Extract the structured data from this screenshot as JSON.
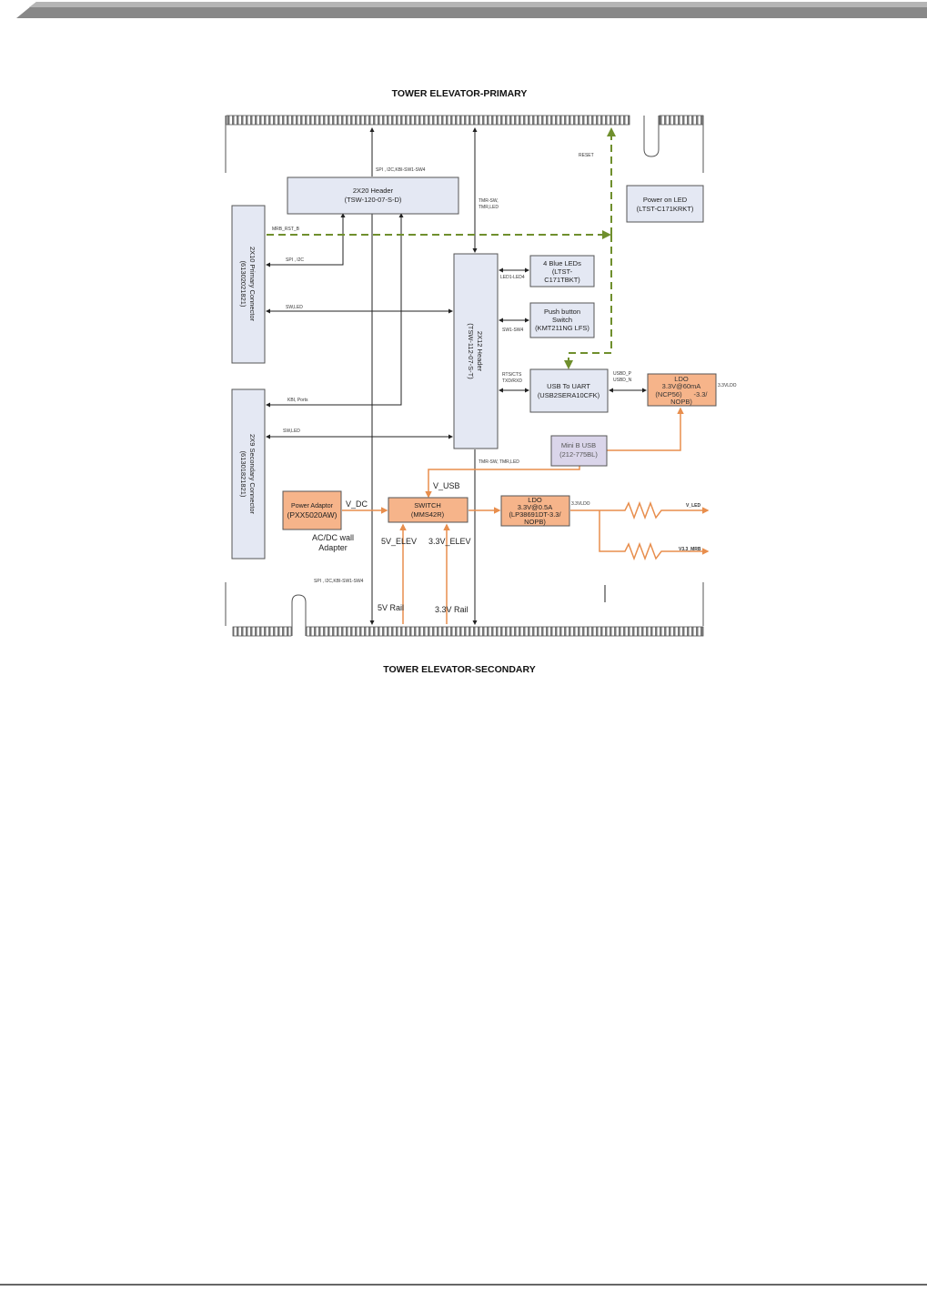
{
  "titles": {
    "primary": "TOWER ELEVATOR-PRIMARY",
    "secondary": "TOWER ELEVATOR-SECONDARY"
  },
  "blocks": {
    "header_2x20": {
      "line1": "2X20 Header",
      "line2": "(TSW-120-07-S-D)"
    },
    "power_led": {
      "line1": "Power on LED",
      "line2": "(LTST-C171KRKT)"
    },
    "primary_connector": {
      "line1": "2X10 Primary Connector",
      "line2": "(61302021821)"
    },
    "secondary_connector": {
      "line1": "2X9 Secondary Connector",
      "line2": "(61301821821)"
    },
    "header_2x12": {
      "line1": "2X12 Header",
      "line2": "(TSW-112-07-S-T)"
    },
    "blue_leds": {
      "line1": "4 Blue LEDs",
      "line2": "(LTST-",
      "line3": "C171TBKT)"
    },
    "push_button": {
      "line1": "Push button",
      "line2": "Switch",
      "line3": "(KMT211NG LFS)"
    },
    "usb_uart": {
      "line1": "USB To UART",
      "line2": "(USB2SERA10CFK)"
    },
    "ldo_60ma": {
      "line1": "LDO",
      "line2": "3.3V@60mA",
      "line3": "(NCP56)",
      "line3b": "-3.3/",
      "line4": "NOPB)"
    },
    "mini_usb": {
      "line1": "Mini B USB",
      "line2": "(212-775BL)"
    },
    "power_adaptor": {
      "line1": "Power Adaptor",
      "line2": "(PXX5020AW)"
    },
    "switch": {
      "line1": "SWITCH",
      "line2": "(MMS42R)"
    },
    "ldo_05a": {
      "line1": "LDO",
      "line2": "3.3V@0.5A",
      "line3": "(LP38691DT-3.3/",
      "line4": "NOPB)"
    }
  },
  "labels": {
    "spi_i2c_top": "SPI , I2C,KBI-SW1-SW4",
    "tmr_sw": "TMR-SW,",
    "tmr_led": "TMR,LED",
    "reset": "RESET",
    "mrb_rst": "MRB_RST_B",
    "spi_i2c_left": "SPI , I2C",
    "sw_led_1": "SW,LED",
    "led_range": "LED1-LED4",
    "sw_range": "SW1-SW4",
    "rts_cts": "RTS/CTS",
    "txd_rxd": "TXD/RXD",
    "usbd_p": "USBD_P",
    "usbd_n": "USBD_N",
    "ldo_out": "3.3VLDO",
    "kbi_ports": "KBI, Ports",
    "sw_led_2": "SW,LED",
    "tmr_bottom": "TMR-SW, TMR,LED",
    "v_usb": "V_USB",
    "v_dc": "V_DC",
    "ac_dc_1": "AC/DC wall",
    "ac_dc_2": "Adapter",
    "ldo2_out": "3.3VLDO",
    "v_led": "V_LED",
    "v33_mrb": "V3.3_MRB",
    "v5_elev": "5V_ELEV",
    "v33_elev": "3.3V_ELEV",
    "spi_i2c_bottom": "SPI , I2C,KBI-SW1-SW4",
    "rail_5v": "5V Rail",
    "rail_33v": "3.3V Rail"
  },
  "colors": {
    "block_fill": "#e4e8f3",
    "orange_fill": "#f6b48a",
    "orange_line": "#e88e4d",
    "purple_fill": "#dad5ea",
    "green_dash": "#6f8f2d",
    "line": "#222222"
  }
}
